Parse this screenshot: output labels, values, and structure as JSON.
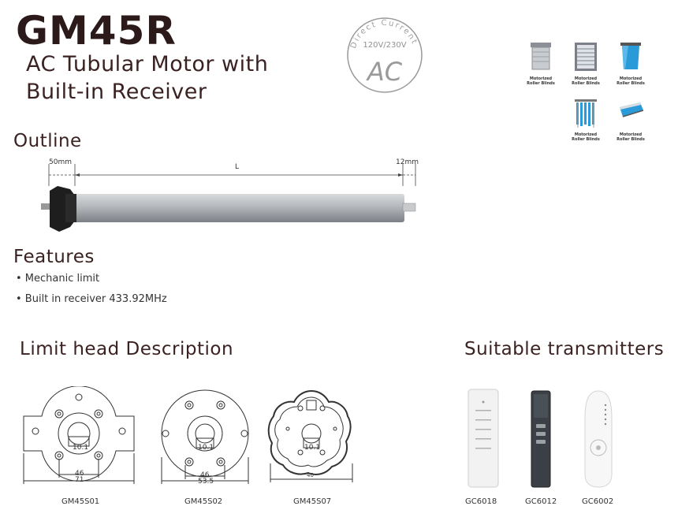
{
  "header": {
    "title": "GM45R",
    "subtitle_line1": "AC Tubular Motor with",
    "subtitle_line2": "Built-in Receiver"
  },
  "badge": {
    "arc_text": "Direct Current",
    "voltage": "120V/230V",
    "type": "AC"
  },
  "applications": [
    {
      "label_l1": "Motorized",
      "label_l2": "Roller Blinds"
    },
    {
      "label_l1": "Motorized",
      "label_l2": "Roller Blinds"
    },
    {
      "label_l1": "Motorized",
      "label_l2": "Roller Blinds"
    },
    {
      "label_l1": "Motorized",
      "label_l2": "Roller Blinds"
    },
    {
      "label_l1": "Motorized",
      "label_l2": "Roller Blinds"
    }
  ],
  "outline": {
    "heading": "Outline",
    "dim_left": "50mm",
    "dim_center": "L",
    "dim_right": "12mm"
  },
  "features": {
    "heading": "Features",
    "items": [
      "• Mechanic limit",
      "• Built in receiver 433.92MHz"
    ]
  },
  "limit_heads": {
    "heading": "Limit head Description",
    "items": [
      {
        "name": "GM45S01",
        "center": "10.1",
        "dim_inner": "46",
        "dim_outer": "71"
      },
      {
        "name": "GM45S02",
        "center": "10.1",
        "dim_inner": "46",
        "dim_outer": "53.5"
      },
      {
        "name": "GM45S07",
        "center": "10.1",
        "dim_outer": "40"
      }
    ]
  },
  "transmitters": {
    "heading": "Suitable transmitters",
    "items": [
      "GC6018",
      "GC6012",
      "GC6002"
    ]
  },
  "colors": {
    "title": "#2c1a1a",
    "heading": "#3b2222",
    "tube": "#a8acb0",
    "head": "#1e1e1e",
    "accent_blue": "#2a9ad8"
  }
}
